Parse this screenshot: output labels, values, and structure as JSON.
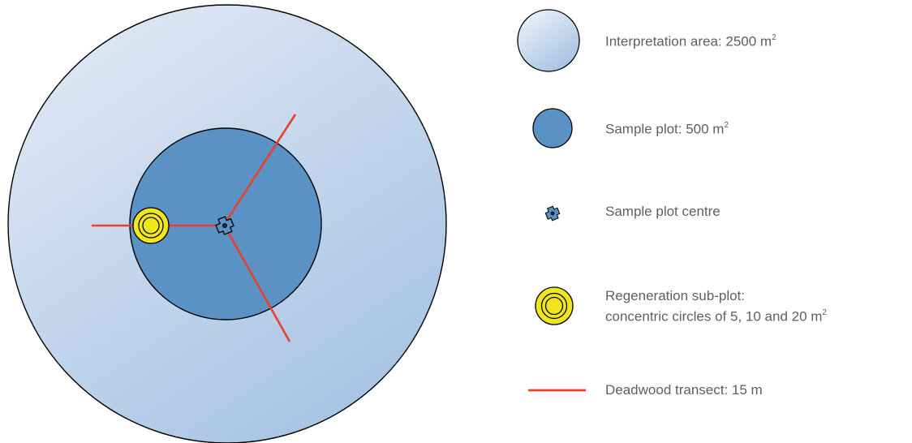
{
  "colors": {
    "interpretation_area_light": "#dde7f4",
    "interpretation_area_dark": "#a7c3e3",
    "sample_plot": "#5a92c6",
    "regeneration_fill": "#f1e619",
    "deadwood_transect": "#e8402c",
    "outline": "#000000",
    "legend_text": "#5f5f5f"
  },
  "diagram": {
    "elements": [
      "interpretation-area-circle",
      "sample-plot-circle",
      "sample-plot-centre-icon",
      "regeneration-sub-plot",
      "deadwood-transect-west",
      "deadwood-transect-northeast",
      "deadwood-transect-southeast"
    ]
  },
  "legend": {
    "interpretation_area": {
      "label": "Interpretation area: 2500 m",
      "superscript": "2"
    },
    "sample_plot": {
      "label": "Sample plot: 500 m",
      "superscript": "2"
    },
    "sample_plot_centre": {
      "label": "Sample plot centre"
    },
    "regeneration_sub_plot": {
      "label_line1": "Regeneration sub-plot:",
      "label_line2": "concentric circles of 5, 10 and 20 m",
      "superscript": "2"
    },
    "deadwood_transect": {
      "label": "Deadwood transect: 15 m"
    }
  }
}
